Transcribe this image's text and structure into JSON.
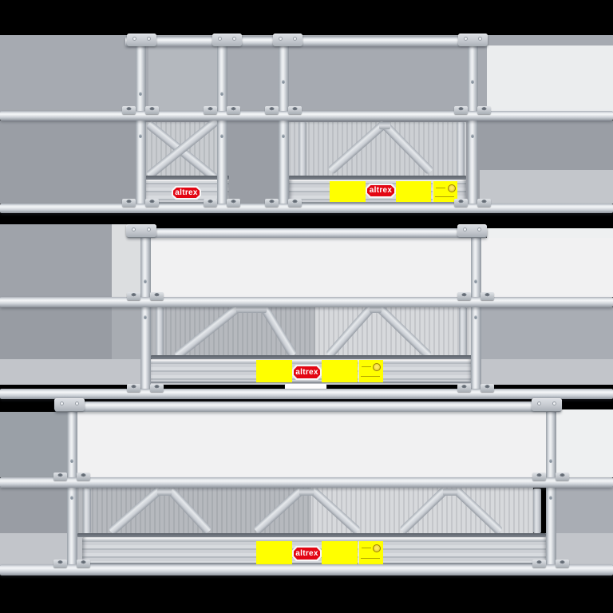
{
  "brand": {
    "logo_text": "altrex",
    "logo_color": "#e30613",
    "logo_shape": "red-octagon-lozenge-white-border"
  },
  "background": {
    "canvas_color": "#000000",
    "panel_colors": {
      "medium_gray": "#a6aab1",
      "dark_gray": "#9a9ea5",
      "light_panel": "#c9ccd1",
      "white_panel": "#f1f1f2",
      "light_band": "#c2c5ca"
    }
  },
  "assemblies": [
    {
      "name": "top-guardrail-set",
      "frames": [
        {
          "name": "narrow-cross-braced-frame",
          "brace_type": "x-cross",
          "logo_text": "altrex",
          "stickers": []
        },
        {
          "name": "wide-truss-frame",
          "brace_type": "single-triangle-truss",
          "logo_text": "altrex",
          "stickers": [
            {
              "type": "yellow-blank"
            },
            {
              "type": "yellow-blank"
            },
            {
              "type": "yellow-instruction",
              "icon": "round-stamp-icon"
            }
          ]
        }
      ]
    },
    {
      "name": "medium-guardrail-frame",
      "brace_type": "double-trapezoid-truss",
      "logo_text": "altrex",
      "stickers": [
        {
          "type": "yellow-blank"
        },
        {
          "type": "yellow-blank"
        },
        {
          "type": "yellow-instruction",
          "icon": "round-stamp-icon"
        }
      ]
    },
    {
      "name": "long-guardrail-frame",
      "brace_type": "triple-trapezoid-truss",
      "logo_text": "altrex",
      "stickers": [
        {
          "type": "yellow-blank"
        },
        {
          "type": "yellow-blank"
        },
        {
          "type": "yellow-instruction",
          "icon": "round-stamp-icon"
        }
      ]
    }
  ]
}
